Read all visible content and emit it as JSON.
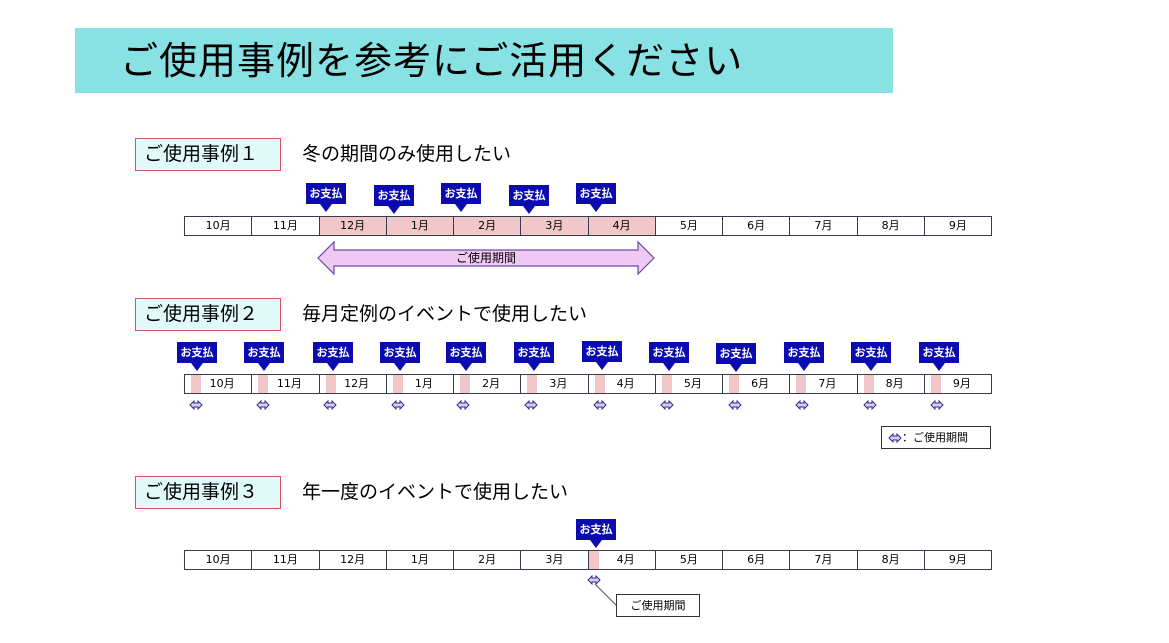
{
  "header": {
    "title": "ご使用事例を参考にご活用ください"
  },
  "months": [
    "10月",
    "11月",
    "12月",
    "1月",
    "2月",
    "3月",
    "4月",
    "5月",
    "6月",
    "7月",
    "8月",
    "9月"
  ],
  "payment_label": "お支払",
  "usage_period_label": "ご使用期間",
  "case1": {
    "label": "ご使用事例１",
    "description": "冬の期間のみ使用したい",
    "paid_months": [
      "12月",
      "1月",
      "2月",
      "3月",
      "4月"
    ],
    "usage_arrow_label": "ご使用期間"
  },
  "case2": {
    "label": "ご使用事例２",
    "description": "毎月定例のイベントで使用したい",
    "legend": "：ご使用期間"
  },
  "case3": {
    "label": "ご使用事例３",
    "description": "年一度のイベントで使用したい",
    "paid_month": "4月",
    "callout": "ご使用期間"
  },
  "colors": {
    "banner": "#88e2e4",
    "case_box_fill": "#e0fafa",
    "case_box_border": "#d9535a",
    "payment_tag": "#0b0bb0",
    "usage_highlight": "#f2c7c9",
    "usage_arrow_fill": "#f0c8f4",
    "usage_arrow_stroke": "#6a4aa8"
  }
}
